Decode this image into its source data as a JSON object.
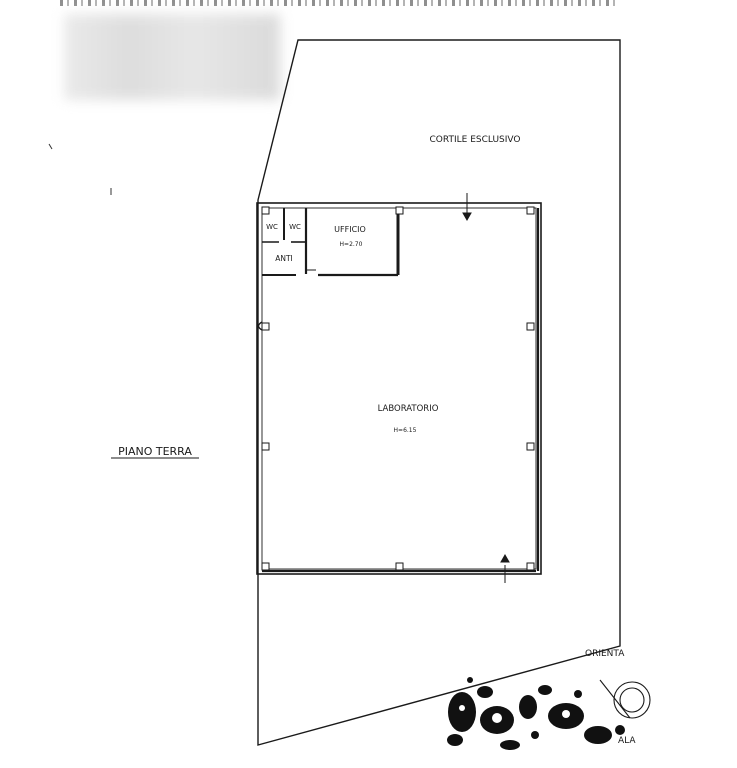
{
  "labels": {
    "courtyard": "CORTILE ESCLUSIVO",
    "floor": "PIANO TERRA",
    "wc_1": "WC",
    "wc_2": "WC",
    "anti": "ANTI",
    "office": "UFFICIO",
    "office_height": "H=2.70",
    "lab": "LABORATORIO",
    "lab_height": "H=6.15",
    "orientation": "ORIENTA",
    "orientation_bottom": "ALA"
  },
  "colors": {
    "ink": "#1a1a1a",
    "blur": "#dcdcdc"
  }
}
